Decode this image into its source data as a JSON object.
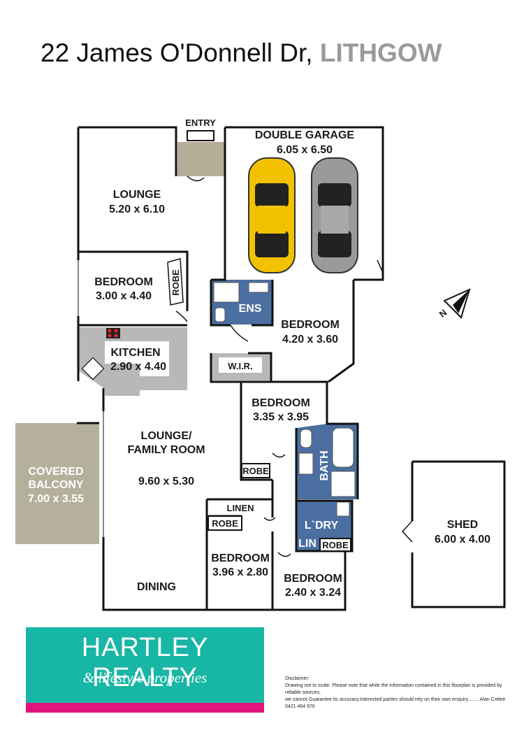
{
  "header": {
    "address": "22 James O'Donnell Dr,",
    "city": "LITHGOW"
  },
  "rooms": {
    "entry": "ENTRY",
    "garage": {
      "name": "DOUBLE GARAGE",
      "size": "6.05 x 6.50"
    },
    "lounge": {
      "name": "LOUNGE",
      "size": "5.20 x 6.10"
    },
    "bedroom1": {
      "name": "BEDROOM",
      "size": "3.00 x 4.40"
    },
    "robe1": "ROBE",
    "ens": "ENS",
    "bedroom2": {
      "name": "BEDROOM",
      "size": "4.20 x 3.60"
    },
    "kitchen": {
      "name": "KITCHEN",
      "size": "2.90 x 4.40"
    },
    "wir": "W.I.R.",
    "bedroom3": {
      "name": "BEDROOM",
      "size": "3.35 x 3.95"
    },
    "family": {
      "name1": "LOUNGE/",
      "name2": "FAMILY ROOM",
      "size": "9.60 x 5.30"
    },
    "balcony": {
      "name1": "COVERED",
      "name2": "BALCONY",
      "size": "7.00 x 3.55"
    },
    "robe3": "ROBE",
    "bath": "BATH",
    "linen": "LINEN",
    "robe4": "ROBE",
    "laundry": "L`DRY",
    "lin": "LIN",
    "robe5": "ROBE",
    "bedroom4": {
      "name": "BEDROOM",
      "size": "3.96 x 2.80"
    },
    "bedroom5": {
      "name": "BEDROOM",
      "size": "2.40 x 3.24"
    },
    "dining": "DINING",
    "shed": {
      "name": "SHED",
      "size": "6.00 x 4.00"
    },
    "north": "N"
  },
  "logo": {
    "name": "HARTLEY REALTY",
    "tagline": "& lifestyle properties"
  },
  "disclaimer": {
    "title": "Disclaimer:",
    "line1": "Drawing not to scale. Please note that while the information contained in this floorplan is provided by reliable sources,",
    "line2": "we cannot Guarantee its accuracy.Interested parties should rely on their own enquiry........ Alan Cottee 0421 464 976"
  },
  "colors": {
    "walls": "#111111",
    "wet_area": "#4a6fa0",
    "balcony": "#b5b09c",
    "bench": "#b8b8b8",
    "brand": "#18b6a5",
    "accent": "#e1147b",
    "car1": "#f2c200",
    "car2": "#9a9a9a"
  }
}
